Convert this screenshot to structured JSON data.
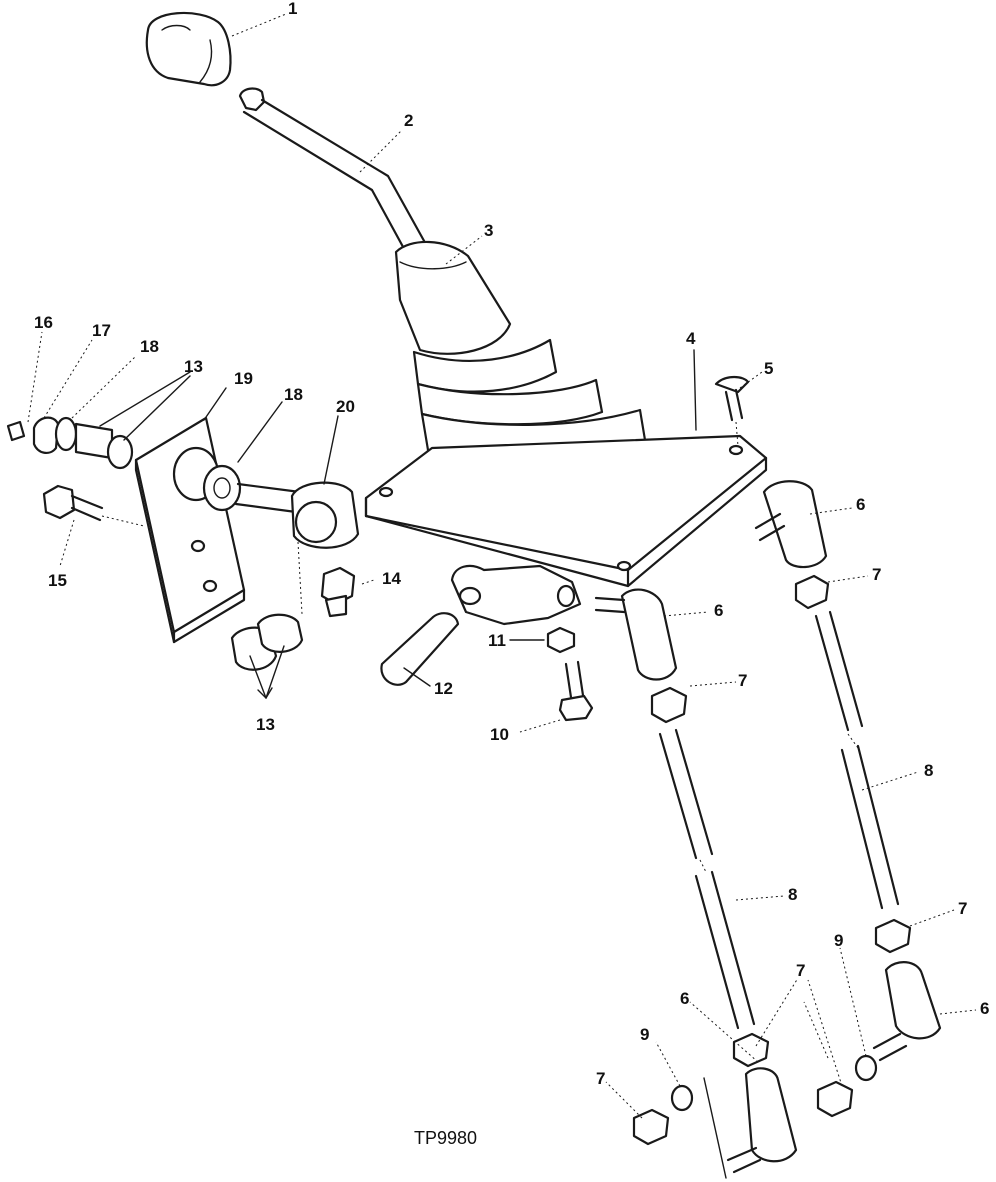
{
  "figure_code": "TP9980",
  "callouts": {
    "c1": "1",
    "c2": "2",
    "c3": "3",
    "c4": "4",
    "c5": "5",
    "c6a": "6",
    "c6b": "6",
    "c6c": "6",
    "c6d": "6",
    "c7a": "7",
    "c7b": "7",
    "c7c": "7",
    "c7d": "7",
    "c7e": "7",
    "c8a": "8",
    "c8b": "8",
    "c9a": "9",
    "c9b": "9",
    "c10": "10",
    "c11": "11",
    "c12": "12",
    "c13a": "13",
    "c13b": "13",
    "c14": "14",
    "c15": "15",
    "c16": "16",
    "c17": "17",
    "c18a": "18",
    "c18b": "18",
    "c19": "19",
    "c20": "20"
  }
}
